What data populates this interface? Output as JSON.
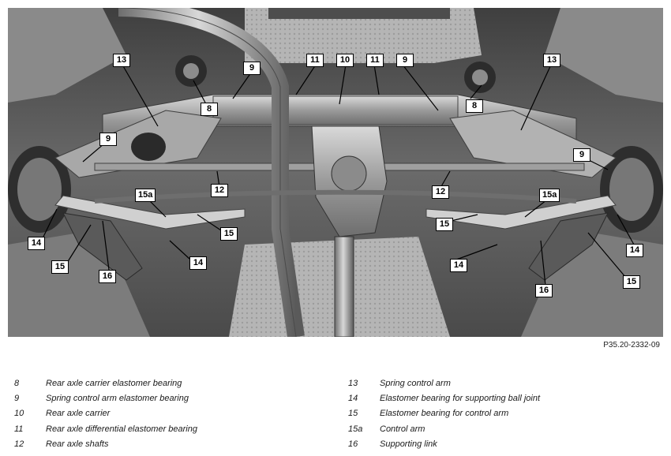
{
  "figure_id": "P35.20-2332-09",
  "callouts": [
    {
      "id": "c13a",
      "label": "13"
    },
    {
      "id": "c9a",
      "label": "9"
    },
    {
      "id": "c11a",
      "label": "11"
    },
    {
      "id": "c10",
      "label": "10"
    },
    {
      "id": "c11b",
      "label": "11"
    },
    {
      "id": "c9b",
      "label": "9"
    },
    {
      "id": "c13b",
      "label": "13"
    },
    {
      "id": "c8a",
      "label": "8"
    },
    {
      "id": "c8b",
      "label": "8"
    },
    {
      "id": "c9c",
      "label": "9"
    },
    {
      "id": "c9d",
      "label": "9"
    },
    {
      "id": "c12a",
      "label": "12"
    },
    {
      "id": "c12b",
      "label": "12"
    },
    {
      "id": "c15aL",
      "label": "15a"
    },
    {
      "id": "c15aR",
      "label": "15a"
    },
    {
      "id": "c15m1",
      "label": "15"
    },
    {
      "id": "c15m2",
      "label": "15"
    },
    {
      "id": "c14a",
      "label": "14"
    },
    {
      "id": "c14b",
      "label": "14"
    },
    {
      "id": "c14c",
      "label": "14"
    },
    {
      "id": "c14d",
      "label": "14"
    },
    {
      "id": "c15L",
      "label": "15"
    },
    {
      "id": "c15R",
      "label": "15"
    },
    {
      "id": "c16a",
      "label": "16"
    },
    {
      "id": "c16b",
      "label": "16"
    }
  ],
  "legend": {
    "left": [
      {
        "num": "8",
        "text": "Rear axle carrier elastomer bearing"
      },
      {
        "num": "9",
        "text": "Spring control arm elastomer bearing"
      },
      {
        "num": "10",
        "text": "Rear axle carrier"
      },
      {
        "num": "11",
        "text": "Rear axle differential elastomer bearing"
      },
      {
        "num": "12",
        "text": "Rear axle shafts"
      }
    ],
    "right": [
      {
        "num": "13",
        "text": "Spring control arm"
      },
      {
        "num": "14",
        "text": "Elastomer bearing for supporting ball joint"
      },
      {
        "num": "15",
        "text": "Elastomer bearing for control arm"
      },
      {
        "num": "15a",
        "text": "Control arm"
      },
      {
        "num": "16",
        "text": "Supporting link"
      }
    ]
  }
}
